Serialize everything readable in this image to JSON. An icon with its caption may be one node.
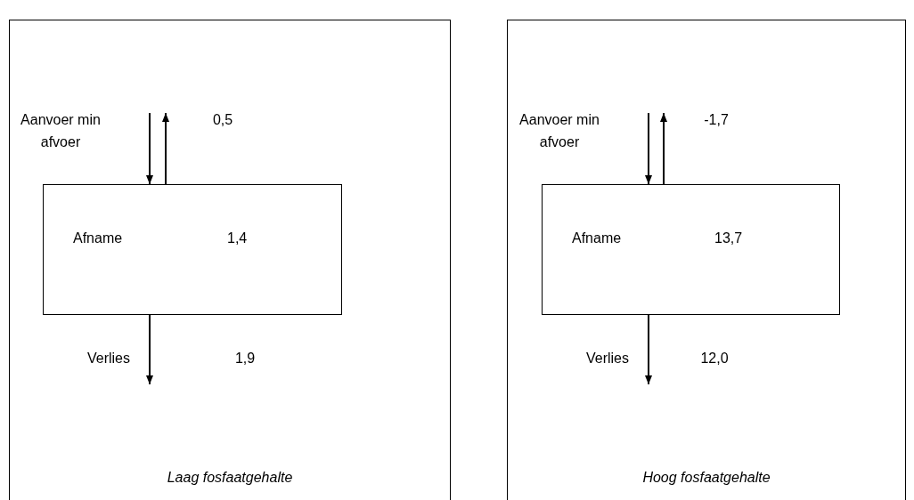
{
  "diagram": {
    "nodes": [
      {
        "text": [
          "Laag fosfaatgehalte"
        ]
      },
      {
        "text": [
          "Afname",
          "1,4"
        ],
        "in": 0
      },
      {
        "text": [
          "Hoog fosfaatgehalte"
        ]
      },
      {
        "text": [
          "Afname",
          "13,7"
        ],
        "in": 2
      }
    ],
    "edges": [
      {
        "from": null,
        "to": 1,
        "arrow": "to"
      },
      {
        "from": 1,
        "to": null,
        "arrow": "to"
      },
      {
        "from": 1,
        "to": null,
        "arrow": "to"
      },
      {
        "from": null,
        "to": 3,
        "arrow": "to"
      },
      {
        "from": 3,
        "to": null,
        "arrow": "to"
      },
      {
        "from": 3,
        "to": null,
        "arrow": "to"
      }
    ],
    "labels": [
      "Aanvoer min afvoer",
      "0,5",
      "Verlies",
      "1,9",
      "Aanvoer min afvoer",
      "-1,7",
      "Verlies",
      "12,0"
    ]
  }
}
